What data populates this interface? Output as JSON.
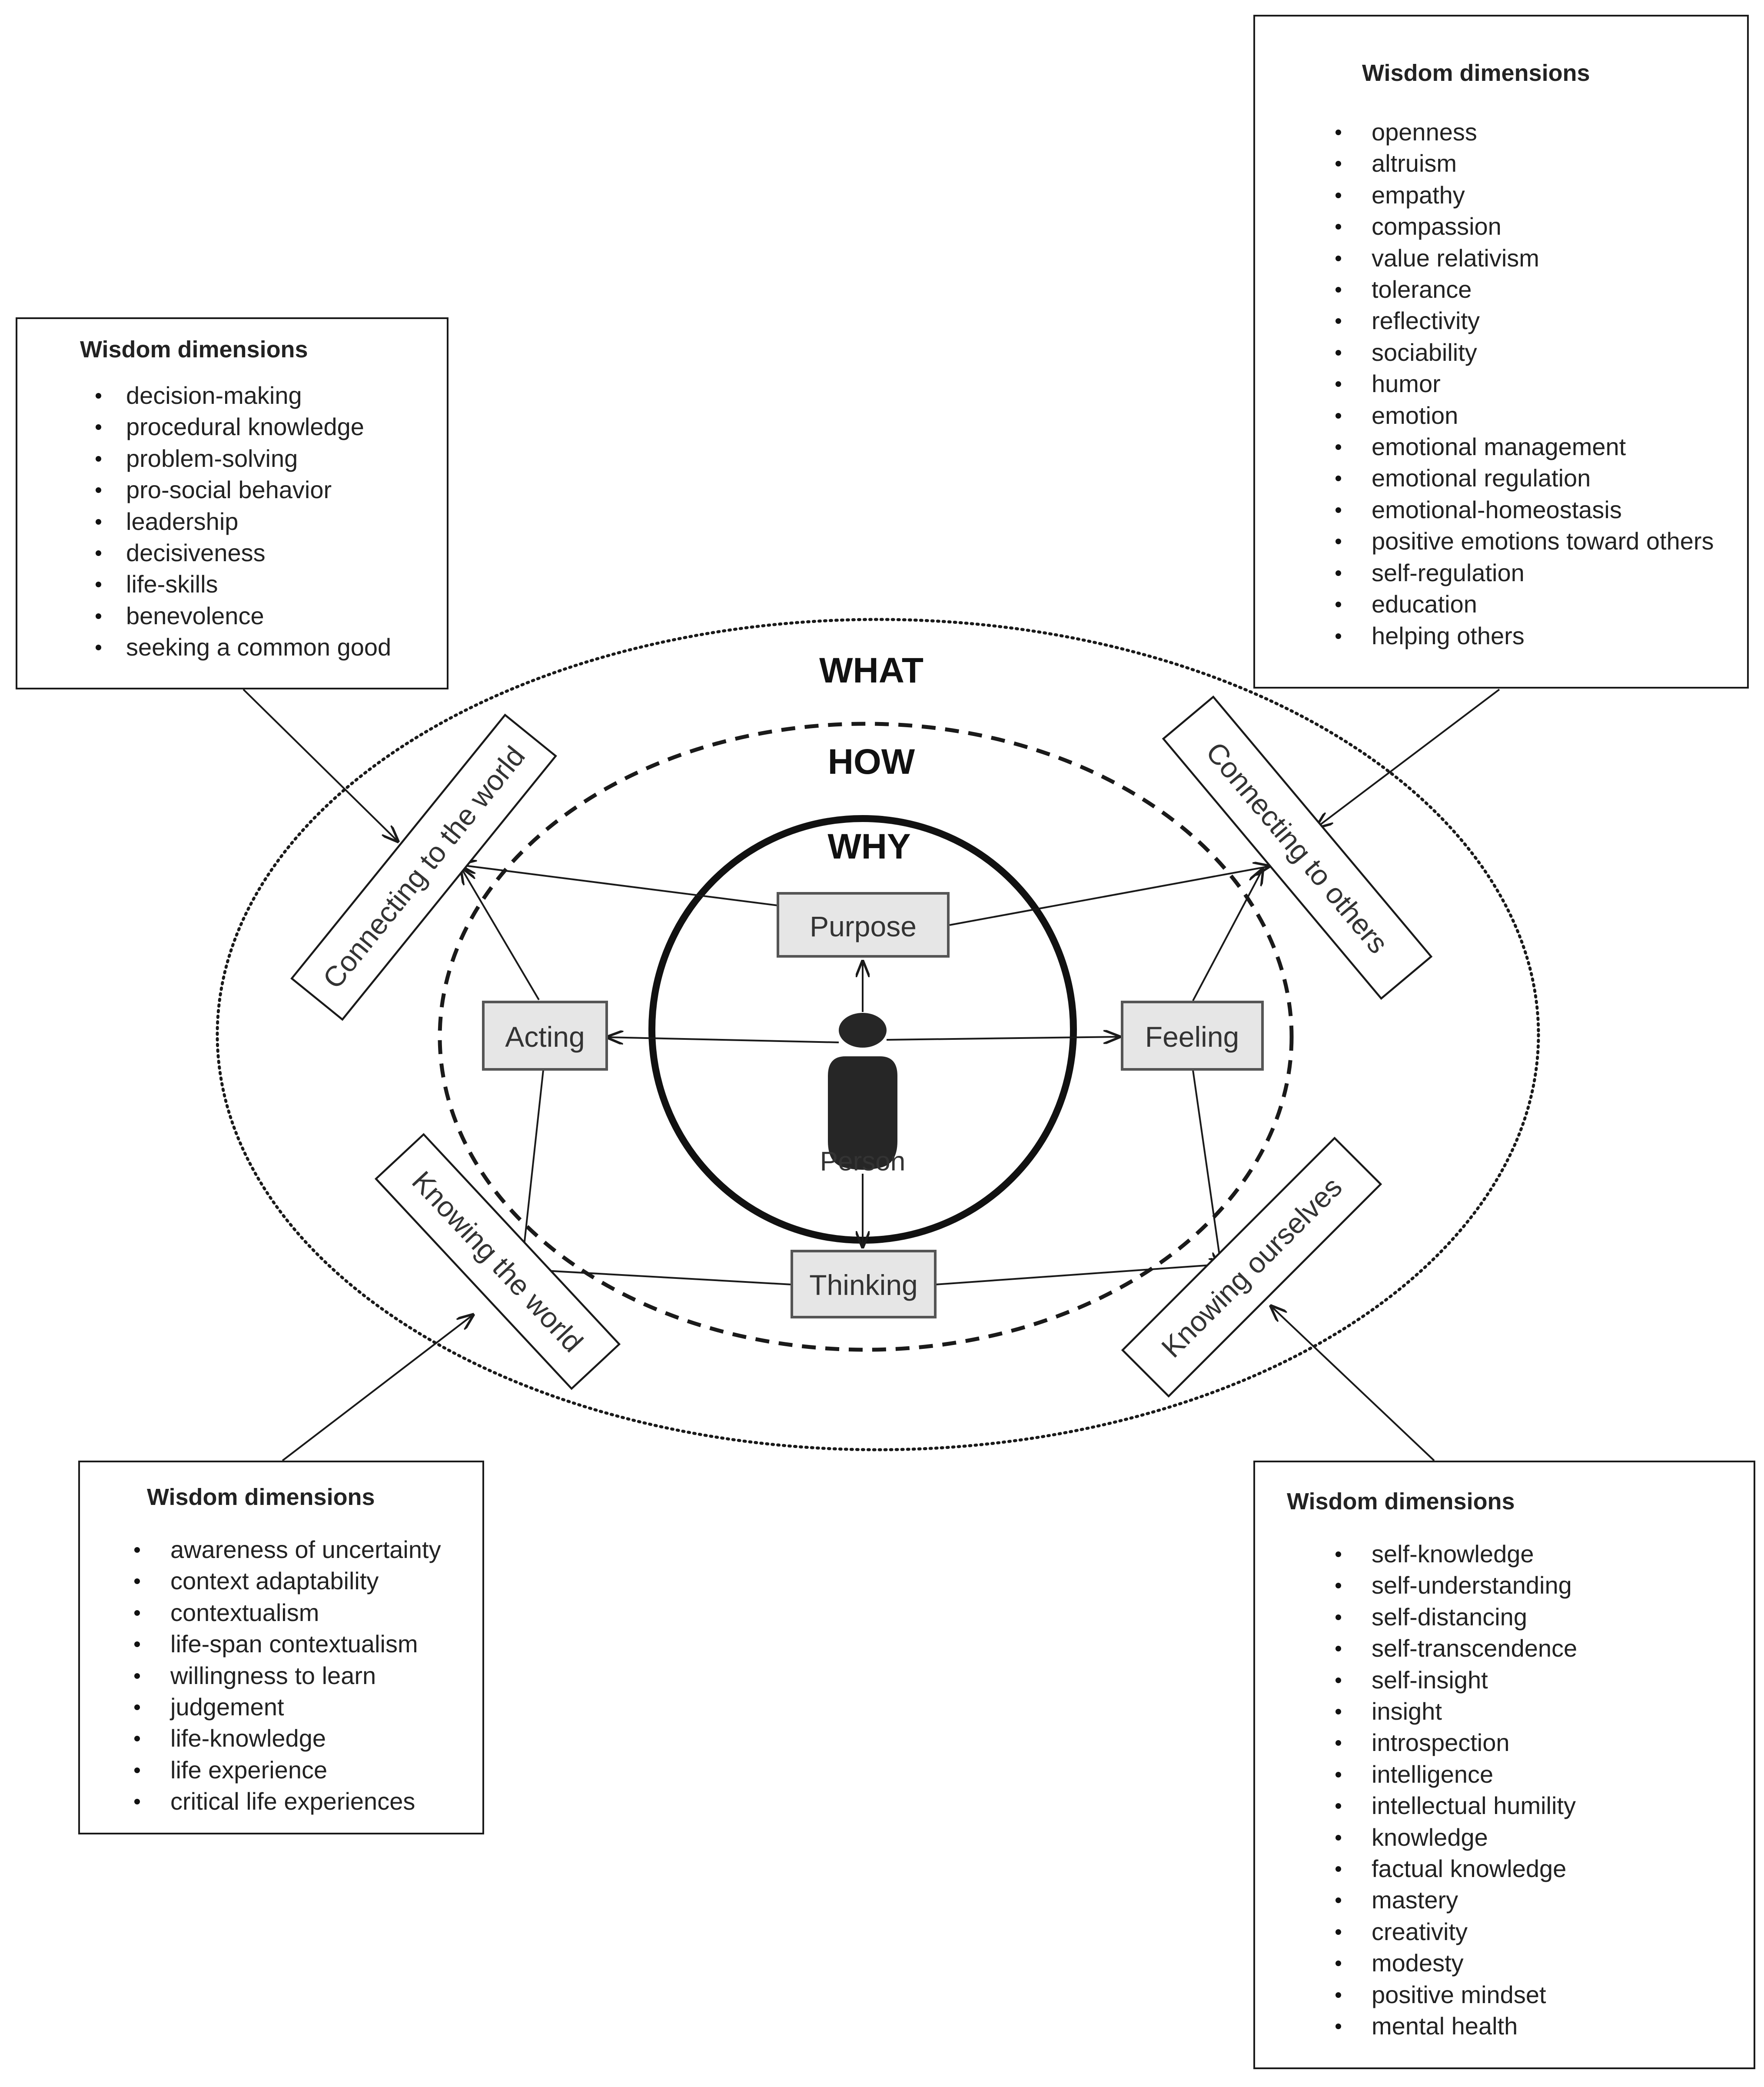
{
  "layers": {
    "what": "WHAT",
    "how": "HOW",
    "why": "WHY"
  },
  "person_label": "Person",
  "nodes": {
    "purpose": "Purpose",
    "acting": "Acting",
    "feeling": "Feeling",
    "thinking": "Thinking"
  },
  "domains": {
    "connecting_world": "Connecting to the world",
    "connecting_others": "Connecting to others",
    "knowing_world": "Knowing the world",
    "knowing_ourselves": "Knowing ourselves"
  },
  "dimension_boxes": {
    "top_left": {
      "title": "Wisdom dimensions",
      "items": [
        "decision-making",
        "procedural knowledge",
        "problem-solving",
        "pro-social behavior",
        "leadership",
        "decisiveness",
        "life-skills",
        "benevolence",
        "seeking a common good"
      ]
    },
    "top_right": {
      "title": "Wisdom dimensions",
      "items": [
        "openness",
        "altruism",
        "empathy",
        "compassion",
        "value relativism",
        "tolerance",
        "reflectivity",
        "sociability",
        "humor",
        "emotion",
        "emotional management",
        "emotional regulation",
        "emotional-homeostasis",
        "positive emotions toward others",
        "self-regulation",
        "education",
        "helping others"
      ]
    },
    "bottom_left": {
      "title": "Wisdom dimensions",
      "items": [
        "awareness of uncertainty",
        "context adaptability",
        "contextualism",
        "life-span contextualism",
        "willingness to learn",
        "judgement",
        "life-knowledge",
        "life experience",
        "critical life experiences"
      ]
    },
    "bottom_right": {
      "title": "Wisdom dimensions",
      "items": [
        "self-knowledge",
        "self-understanding",
        "self-distancing",
        "self-transcendence",
        "self-insight",
        "insight",
        "introspection",
        "intelligence",
        "intellectual humility",
        "knowledge",
        "factual knowledge",
        "mastery",
        "creativity",
        "modesty",
        "positive mindset",
        "mental health"
      ]
    }
  },
  "colors": {
    "node_fill": "#e6e6e6",
    "line": "#1a1a1a",
    "person_icon": "#262626",
    "text": "#333333"
  }
}
